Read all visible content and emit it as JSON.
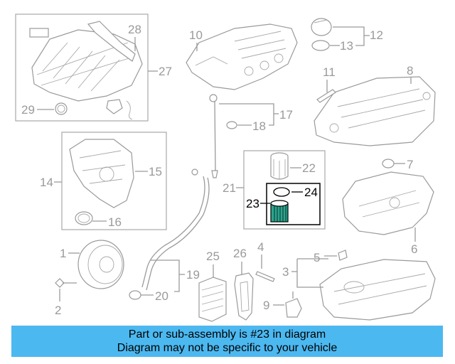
{
  "colors": {
    "banner_background": "#4cb8f0",
    "line_gray": "#9a9a9a",
    "highlight_black": "#000000",
    "filter_teal": "#2aa58e"
  },
  "callouts": {
    "c1": "1",
    "c2": "2",
    "c3": "3",
    "c4": "4",
    "c5": "5",
    "c6": "6",
    "c7": "7",
    "c8": "8",
    "c9": "9",
    "c10": "10",
    "c11": "11",
    "c12": "12",
    "c13": "13",
    "c14": "14",
    "c15": "15",
    "c16": "16",
    "c17": "17",
    "c18": "18",
    "c19": "19",
    "c20": "20",
    "c21": "21",
    "c22": "22",
    "c23": "23",
    "c24": "24",
    "c25": "25",
    "c26": "26",
    "c27": "27",
    "c28": "28",
    "c29": "29"
  },
  "highlighted_part": "23",
  "banner": {
    "line1": "Part or sub-assembly is #23 in diagram",
    "line2": "Diagram may not be specific to your vehicle"
  }
}
